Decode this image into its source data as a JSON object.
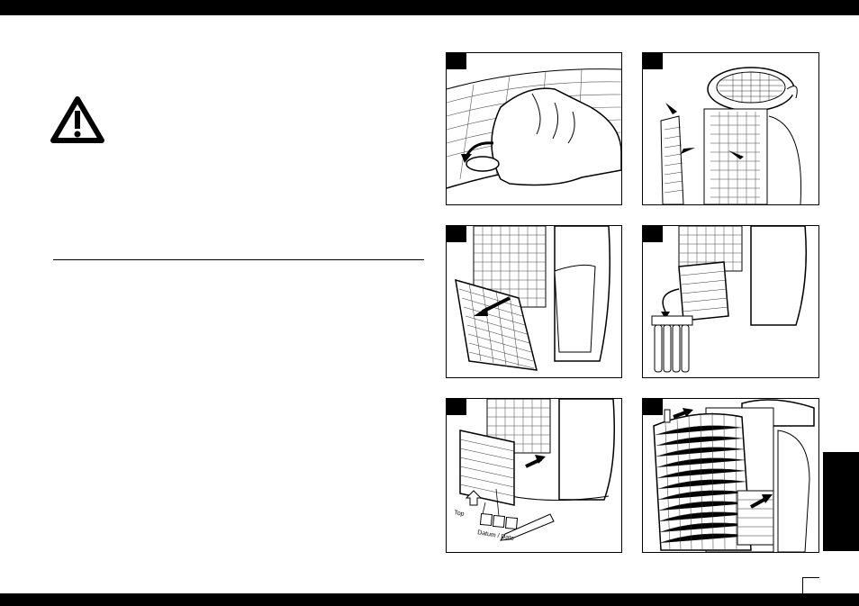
{
  "figures": [
    {
      "id": 1,
      "number": ""
    },
    {
      "id": 2,
      "number": ""
    },
    {
      "id": 3,
      "number": ""
    },
    {
      "id": 4,
      "number": ""
    },
    {
      "id": 5,
      "number": ""
    },
    {
      "id": 6,
      "number": ""
    }
  ],
  "figure5": {
    "label_top": "Top",
    "label_date": "Datum / Date"
  },
  "icons": {
    "warning": "warning-triangle-icon"
  },
  "page_number": ""
}
